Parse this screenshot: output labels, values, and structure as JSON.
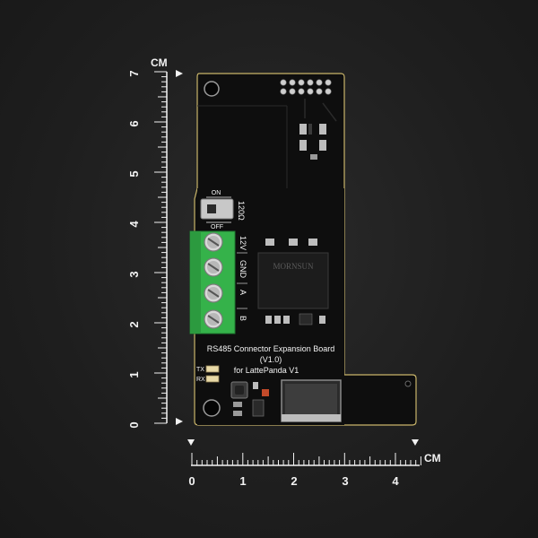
{
  "vertical_ruler": {
    "unit": "CM",
    "numbers": [
      "7",
      "6",
      "5",
      "4",
      "3",
      "2",
      "1",
      "0"
    ]
  },
  "horizontal_ruler": {
    "unit": "CM",
    "numbers": [
      "0",
      "1",
      "2",
      "3",
      "4"
    ]
  },
  "board": {
    "switch_on_label": "ON",
    "switch_off_label": "OFF",
    "resistor_label": "120Ω",
    "terminal_labels": [
      "12V",
      "GND",
      "A",
      "B"
    ],
    "chip_brand": "MORNSUN",
    "title_line1": "RS485 Connector Expansion Board",
    "title_line2": "(V1.0)",
    "title_line3": "for LattePanda V1",
    "led_tx_label": "TX",
    "led_rx_label": "RX"
  },
  "colors": {
    "pcb": "#0d0d0d",
    "pcb_edge": "#c9b56a",
    "terminal_block": "#35b24a",
    "background": "#1f1f1f",
    "ruler": "#f2f2f2"
  }
}
